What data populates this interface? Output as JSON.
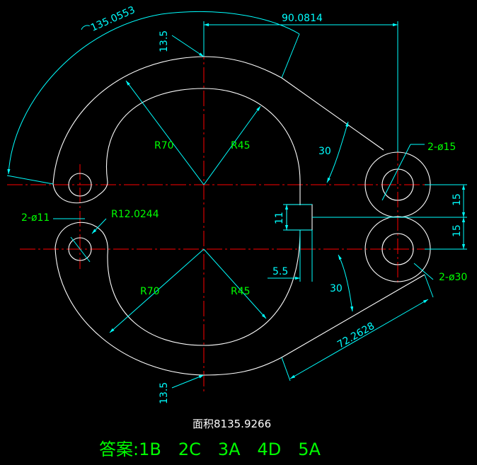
{
  "drawing": {
    "colors": {
      "background": "#000000",
      "geometry": "#ffffff",
      "centerline": "#ff0000",
      "dimension": "#00ffff",
      "label": "#00ff00"
    },
    "dims": {
      "arc_length": "⌒135.0553",
      "horizontal": "90.0814",
      "top_offset": "13.5",
      "bottom_offset": "13.5",
      "upper_angle": "30",
      "lower_angle": "30",
      "aligned": "72.2628",
      "upper_spacing": "15",
      "lower_spacing": "15",
      "slot_height": "11",
      "slot_width": "5.5"
    },
    "labels": {
      "r70_top": "R70",
      "r45_top": "R45",
      "r70_bottom": "R70",
      "r45_bottom": "R45",
      "hole_small": "2-ø11",
      "hole_medium": "2-ø15",
      "boss": "2-ø30",
      "fillet": "R12.0244"
    },
    "area_text": "面积8135.9266",
    "answer_text": "答案:1B　2C　3A　4D　5A"
  }
}
